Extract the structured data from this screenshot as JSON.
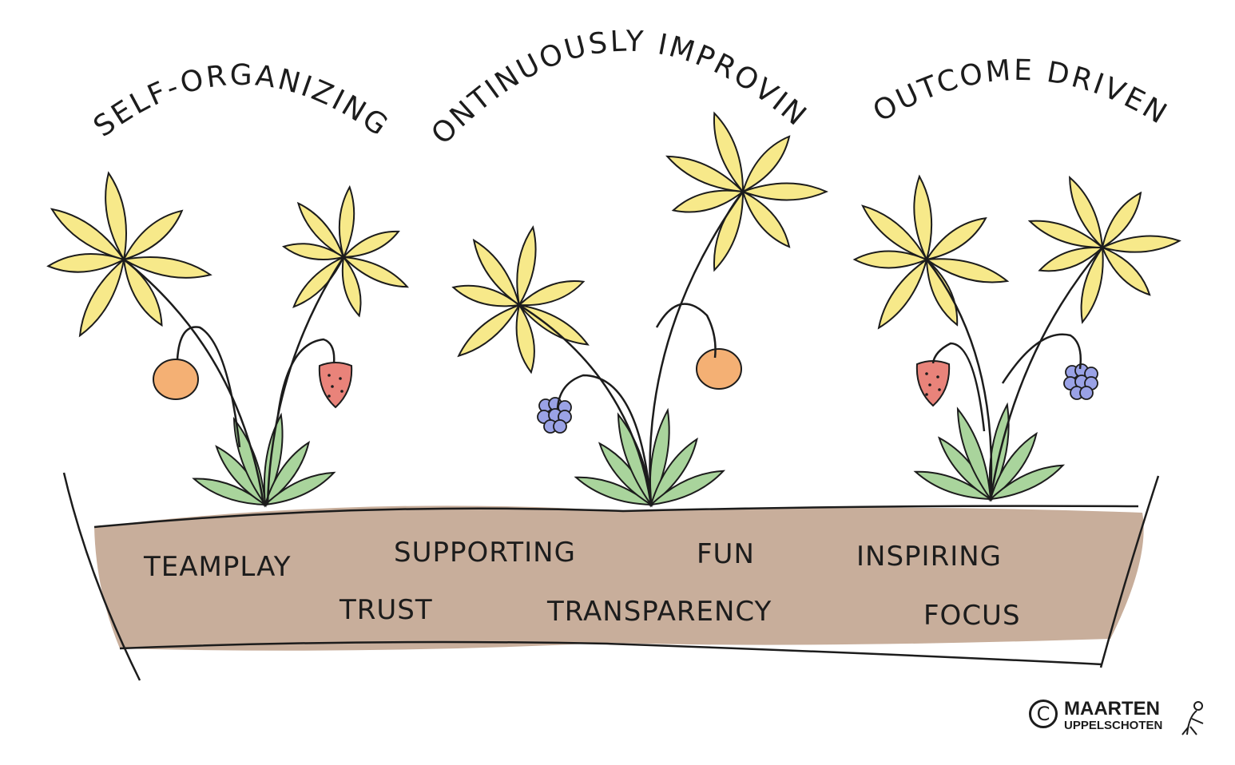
{
  "headings": {
    "self_organizing": "SELF-ORGANIZING",
    "continuously_improving": "CONTINUOUSLY IMPROVING",
    "outcome_driven": "OUTCOME DRIVEN"
  },
  "soil_values": {
    "teamplay": "TEAMPLAY",
    "supporting": "SUPPORTING",
    "fun": "FUN",
    "inspiring": "INSPIRING",
    "trust": "TRUST",
    "transparency": "TRANSPARENCY",
    "focus": "FOCUS"
  },
  "credit": {
    "symbol": "C",
    "name_line1": "MAARTEN",
    "name_line2": "UPPELSCHOTEN"
  },
  "colors": {
    "petal": "#f7e98a",
    "leaf": "#a9d49c",
    "soil": "#c8ae9b",
    "orange_fruit": "#f4b074",
    "red_fruit": "#e9837a",
    "berries": "#9aa2e6",
    "ink": "#1c1c1c"
  },
  "icons": [
    "flower-icon",
    "orange-fruit-icon",
    "strawberry-icon",
    "berry-cluster-icon",
    "copyright-icon",
    "figure-icon"
  ]
}
